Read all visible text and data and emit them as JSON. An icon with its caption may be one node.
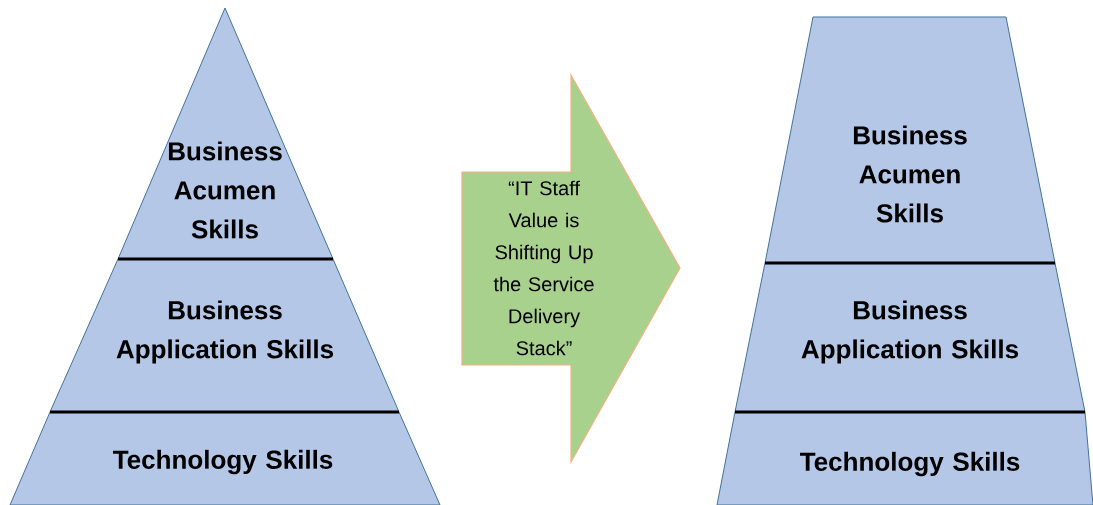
{
  "diagram": {
    "nodes": [
      {
        "text": [
          "Business Acumen Skills"
        ]
      },
      {
        "text": [
          "Business Application Skills"
        ]
      },
      {
        "text": [
          "Technology Skills"
        ]
      },
      {
        "text": [
          "“IT Staff Value is Shifting Up the Service Delivery Stack”"
        ]
      },
      {
        "text": [
          "Business Acumen Skills"
        ]
      },
      {
        "text": [
          "Business Application Skills"
        ]
      },
      {
        "text": [
          "Technology Skills"
        ]
      }
    ]
  }
}
